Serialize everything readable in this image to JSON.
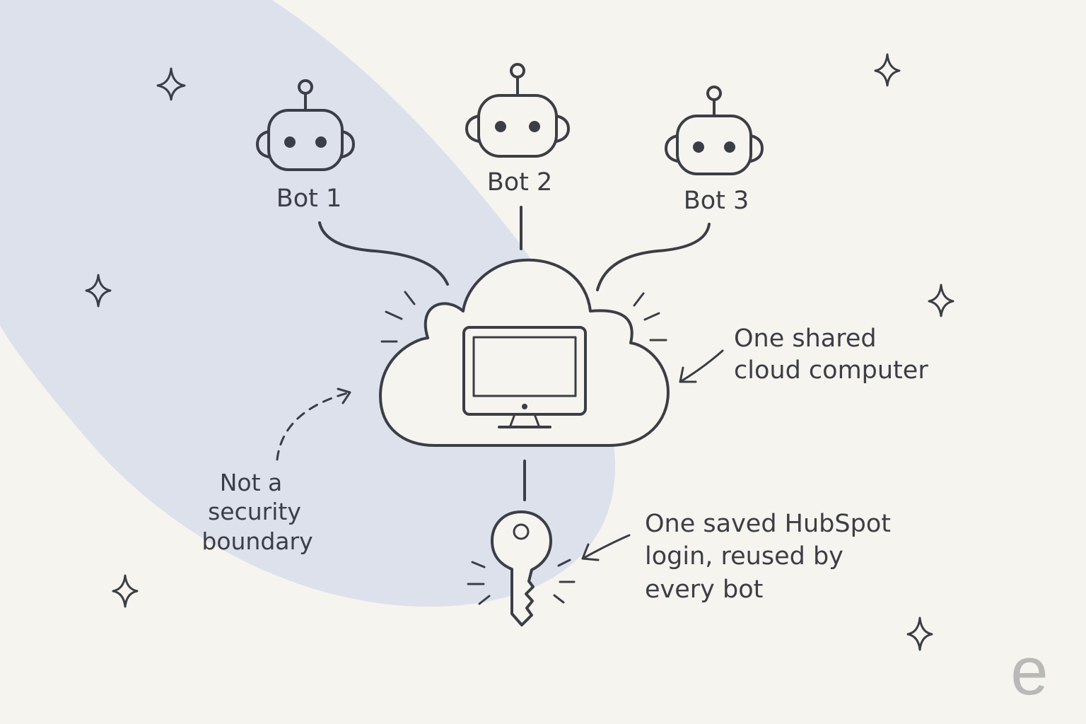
{
  "bots": [
    {
      "label": "Bot 1"
    },
    {
      "label": "Bot 2"
    },
    {
      "label": "Bot 3"
    }
  ],
  "annotations": {
    "cloud_line1": "One shared",
    "cloud_line2": "cloud computer",
    "key_line1": "One saved HubSpot",
    "key_line2": "login, reused by",
    "key_line3": "every bot",
    "boundary_line1": "Not a",
    "boundary_line2": "security",
    "boundary_line3": "boundary"
  },
  "logo": {
    "letter": "e"
  },
  "colors": {
    "background": "#f6f4ee",
    "accent_blob": "#dde1ec",
    "ink": "#3b3e46",
    "logo": "#b9bab8"
  },
  "icons": [
    "robot-icon",
    "cloud-icon",
    "monitor-icon",
    "key-icon",
    "sparkle-icon",
    "arrow-icon"
  ]
}
